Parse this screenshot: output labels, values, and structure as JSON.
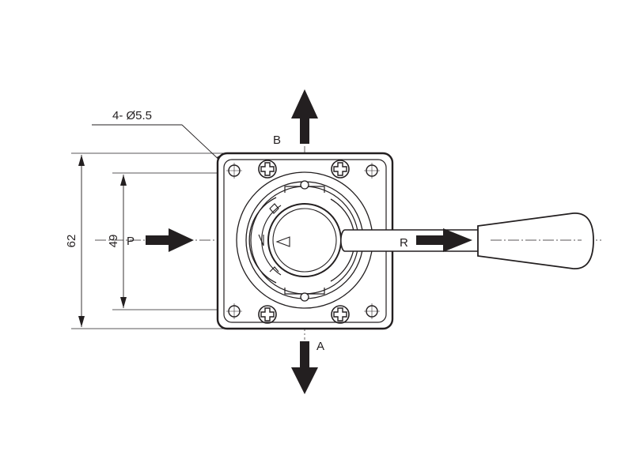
{
  "labels": {
    "hole_callout": "4- Ø5.5",
    "port_b": "B",
    "port_a": "A",
    "port_p": "P",
    "port_r": "R",
    "dim_outer": "62",
    "dim_inner": "49"
  },
  "colors": {
    "ink": "#231f20",
    "background": "#ffffff"
  },
  "icons": [
    "arrow-up-icon",
    "arrow-down-icon",
    "arrow-right-icon",
    "screw-head-icon",
    "mounting-hole-icon"
  ]
}
